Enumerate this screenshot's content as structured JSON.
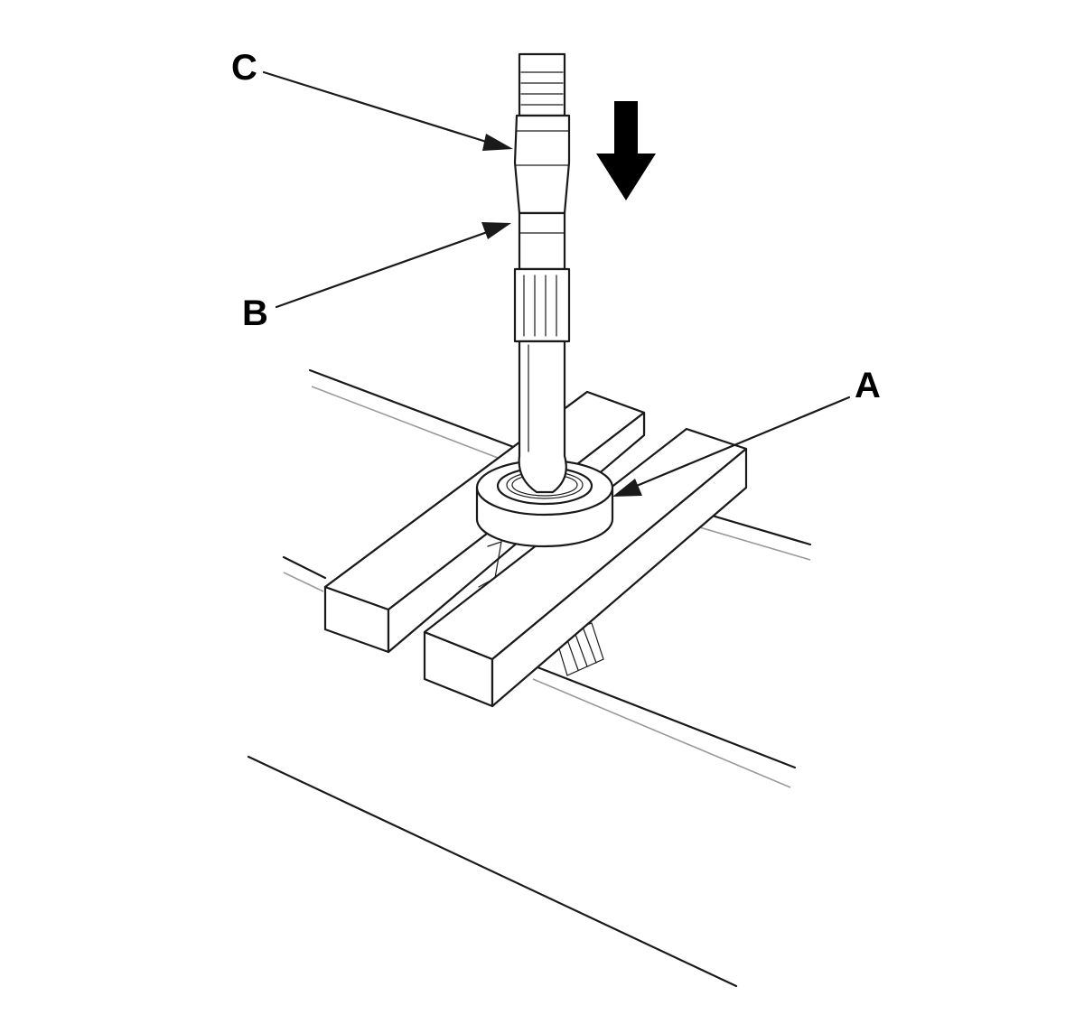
{
  "callouts": {
    "a": "A",
    "b": "B",
    "c": "C"
  },
  "colors": {
    "line": "#1a1a1a",
    "background": "#ffffff",
    "arrow": "#000000"
  }
}
